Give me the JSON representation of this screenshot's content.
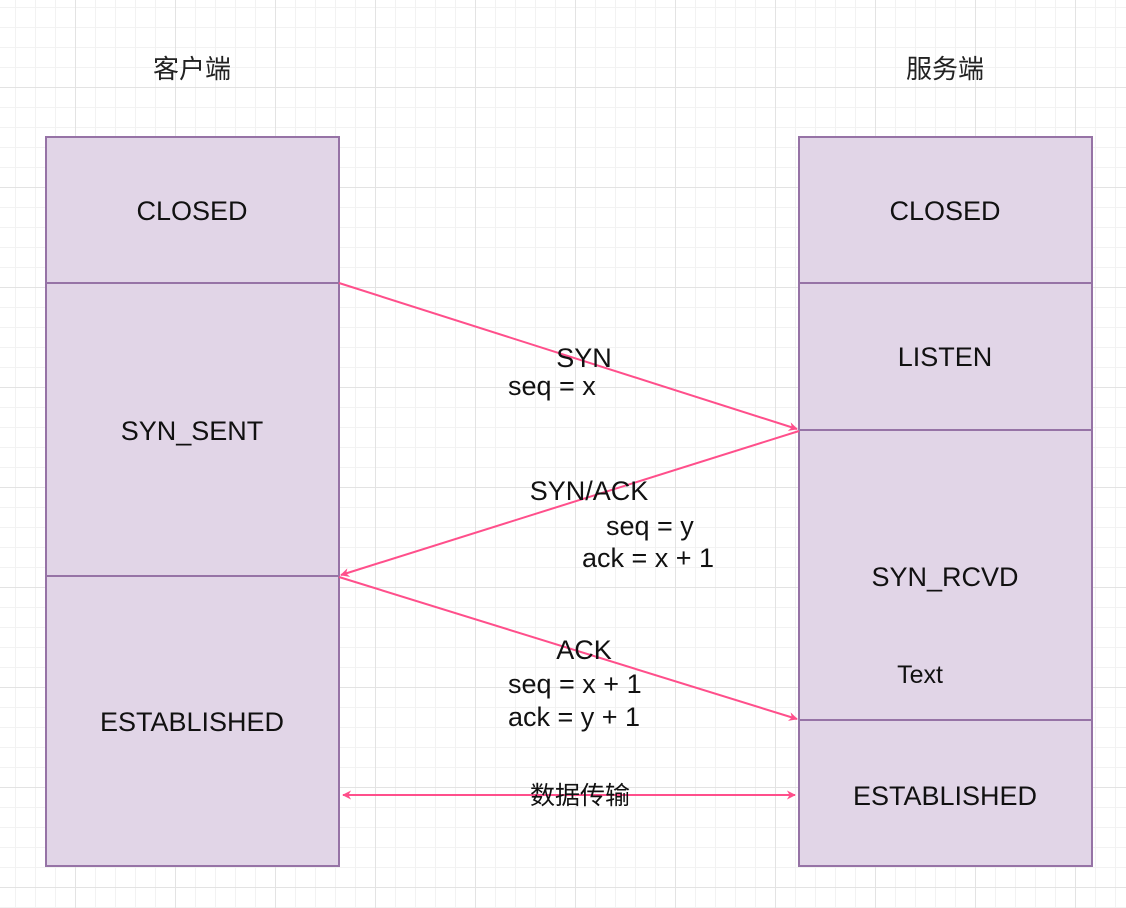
{
  "client": {
    "title": "客户端",
    "states": [
      "CLOSED",
      "SYN_SENT",
      "ESTABLISHED"
    ]
  },
  "server": {
    "title": "服务端",
    "states": [
      "CLOSED",
      "LISTEN",
      "SYN_RCVD",
      "ESTABLISHED"
    ],
    "note": "Text"
  },
  "messages": {
    "syn": {
      "name": "SYN",
      "seq": "seq = x"
    },
    "synack": {
      "name": "SYN/ACK",
      "seq": "seq = y",
      "ack": "ack = x + 1"
    },
    "ack": {
      "name": "ACK",
      "seq": "seq = x + 1",
      "ack": "ack = y + 1"
    },
    "transfer": "数据传输"
  },
  "colors": {
    "box_fill": "#e1d5e7",
    "box_stroke": "#9673a6",
    "arrow": "#ff4f8b"
  }
}
